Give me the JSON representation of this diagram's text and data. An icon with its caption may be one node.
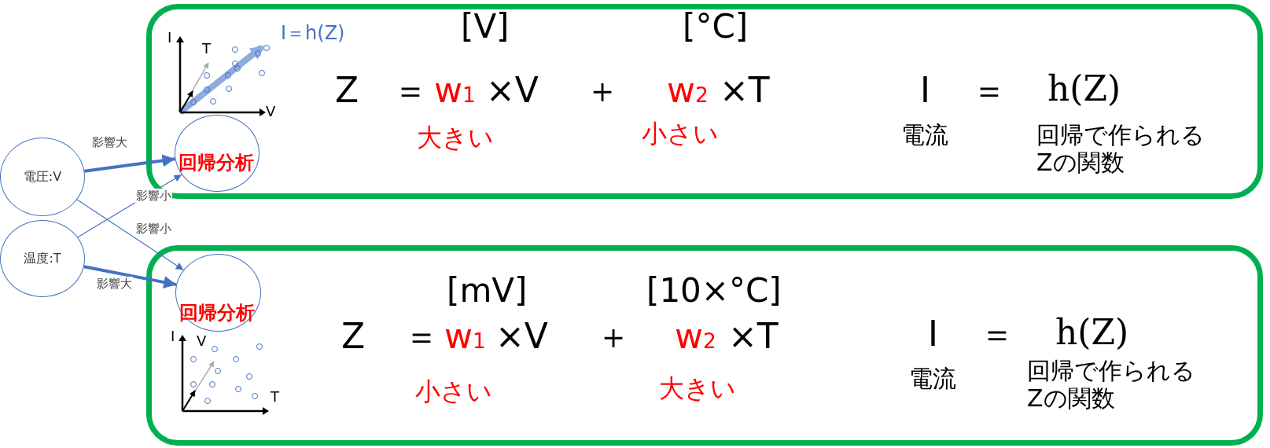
{
  "diagram": {
    "nodes": [
      {
        "text": [],
        "shape": "box"
      },
      {
        "text": [
          "回帰分析"
        ],
        "in": 0
      },
      {
        "text": [
          "電圧:V"
        ]
      },
      {
        "text": [
          "温度:T"
        ]
      },
      {
        "text": [],
        "shape": "box"
      },
      {
        "text": [
          "回帰分析"
        ],
        "in": 4
      }
    ],
    "edges": [
      {
        "from": 2,
        "to": 1,
        "arrow": "to",
        "label": "影響大",
        "style": "thick"
      },
      {
        "from": 3,
        "to": 1,
        "arrow": "to",
        "label": "影響小"
      },
      {
        "from": 2,
        "to": 5,
        "arrow": "to",
        "label": "影響小"
      },
      {
        "from": 3,
        "to": 5,
        "arrow": "to",
        "label": "影響大",
        "style": "thick"
      }
    ],
    "labels": [
      "I",
      "T",
      "I＝h(Z)",
      "V",
      "[V]",
      "[°C]",
      "Z",
      "＝",
      "w$_{1}$",
      "×V",
      "＋",
      "w$_{2}$",
      "×T",
      "大きい",
      "小さい",
      "I",
      "＝",
      "h(Z)",
      "電流",
      "回帰で作られるZの関数",
      "[mV]",
      "[10×°C]",
      "Z",
      "＝",
      "w$_{1}$",
      "×V",
      "＋",
      "w$_{2}$",
      "×T",
      "小さい",
      "大きい",
      "I",
      "＝",
      "h(Z)",
      "電流",
      "回帰で作られるZの関数",
      "I",
      "V",
      "T"
    ]
  }
}
